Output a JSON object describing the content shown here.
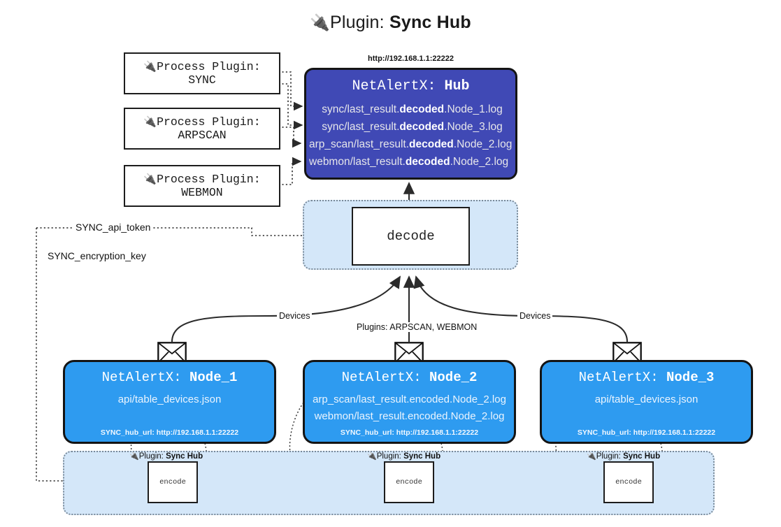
{
  "title": {
    "icon": "electric-plug-icon",
    "plug_glyph": "🔌",
    "lead": "Plugin: ",
    "strong": "Sync Hub"
  },
  "colors": {
    "hub_fill": "#4049b5",
    "node_fill": "#2e9bf0",
    "panel_fill": "#d4e7f9",
    "panel_border": "#7a8a99",
    "outline": "#141414",
    "white": "#ffffff"
  },
  "process_plugins": [
    {
      "line1": "Process Plugin:",
      "line2": "SYNC",
      "plug_glyph": "🔌"
    },
    {
      "line1": "Process Plugin:",
      "line2": "ARPSCAN",
      "plug_glyph": "🔌"
    },
    {
      "line1": "Process Plugin:",
      "line2": "WEBMON",
      "plug_glyph": "🔌"
    }
  ],
  "hub": {
    "url": "http://192.168.1.1:22222",
    "header_prefix": "NetAlertX: ",
    "header_name": "Hub",
    "logs": [
      {
        "pre": "sync/last_result.",
        "bold": "decoded",
        "post": ".Node_1.log",
        "align": "center"
      },
      {
        "pre": "sync/last_result.",
        "bold": "decoded",
        "post": ".Node_3.log",
        "align": "center"
      },
      {
        "pre": "arp_scan/last_result.",
        "bold": "decoded",
        "post": ".Node_2.log",
        "align": "left"
      },
      {
        "pre": "webmon/last_result.",
        "bold": "decoded",
        "post": ".Node_2.log",
        "align": "left"
      }
    ]
  },
  "decode": {
    "label": "decode"
  },
  "keys": [
    {
      "label": "SYNC_api_token"
    },
    {
      "label": "SYNC_encryption_key"
    }
  ],
  "edge_labels": {
    "devices_left": "Devices",
    "devices_right": "Devices",
    "plugins_center": "Plugins: ARPSCAN, WEBMON"
  },
  "nodes": [
    {
      "header_prefix": "NetAlertX: ",
      "header_name": "Node_1",
      "lines": [
        "api/table_devices.json"
      ],
      "footer": "SYNC_hub_url: http://192.168.1.1:22222",
      "envelope_icon": "envelope-icon"
    },
    {
      "header_prefix": "NetAlertX: ",
      "header_name": "Node_2",
      "lines": [
        "arp_scan/last_result.encoded.Node_2.log",
        "webmon/last_result.encoded.Node_2.log"
      ],
      "footer": "SYNC_hub_url: http://192.168.1.1:22222",
      "envelope_icon": "envelope-icon"
    },
    {
      "header_prefix": "NetAlertX: ",
      "header_name": "Node_3",
      "lines": [
        "api/table_devices.json"
      ],
      "footer": "SYNC_hub_url: http://192.168.1.1:22222",
      "envelope_icon": "envelope-icon"
    }
  ],
  "encoders": [
    {
      "caption_lead": "Plugin: ",
      "caption_strong": "Sync Hub",
      "label": "encode",
      "plug_glyph": "🔌"
    },
    {
      "caption_lead": "Plugin: ",
      "caption_strong": "Sync Hub",
      "label": "encode",
      "plug_glyph": "🔌"
    },
    {
      "caption_lead": "Plugin: ",
      "caption_strong": "Sync Hub",
      "label": "encode",
      "plug_glyph": "🔌"
    }
  ]
}
